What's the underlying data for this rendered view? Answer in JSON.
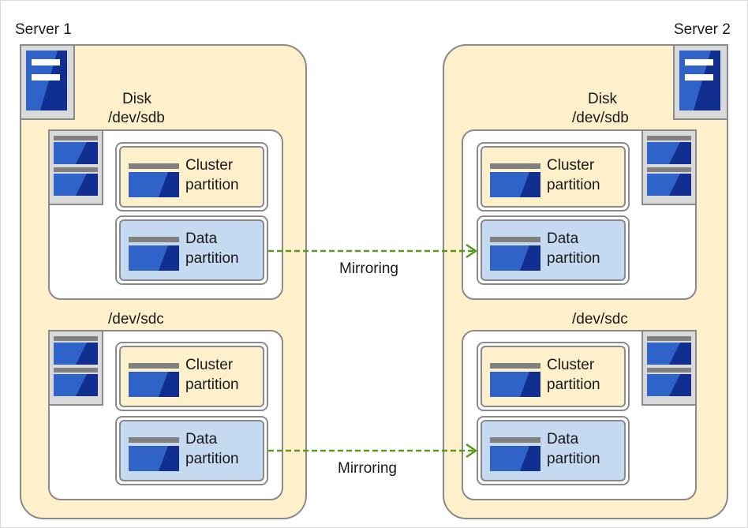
{
  "servers": [
    {
      "name": "Server 1",
      "icon": "server-icon",
      "disks": [
        {
          "caption": [
            "Disk",
            "/dev/sdb"
          ],
          "icon": "disk-icon",
          "partitions": [
            {
              "kind": "cluster",
              "lines": [
                "Cluster",
                "partition"
              ]
            },
            {
              "kind": "data",
              "lines": [
                "Data",
                "partition"
              ]
            }
          ]
        },
        {
          "caption": [
            "/dev/sdc"
          ],
          "icon": "disk-icon",
          "partitions": [
            {
              "kind": "cluster",
              "lines": [
                "Cluster",
                "partition"
              ]
            },
            {
              "kind": "data",
              "lines": [
                "Data",
                "partition"
              ]
            }
          ]
        }
      ]
    },
    {
      "name": "Server 2",
      "icon": "server-icon",
      "disks": [
        {
          "caption": [
            "Disk",
            "/dev/sdb"
          ],
          "icon": "disk-icon",
          "partitions": [
            {
              "kind": "cluster",
              "lines": [
                "Cluster",
                "partition"
              ]
            },
            {
              "kind": "data",
              "lines": [
                "Data",
                "partition"
              ]
            }
          ]
        },
        {
          "caption": [
            "/dev/sdc"
          ],
          "icon": "disk-icon",
          "partitions": [
            {
              "kind": "cluster",
              "lines": [
                "Cluster",
                "partition"
              ]
            },
            {
              "kind": "data",
              "lines": [
                "Data",
                "partition"
              ]
            }
          ]
        }
      ]
    }
  ],
  "mirroring": [
    {
      "label": "Mirroring",
      "from": "Server 1 /dev/sdb Data partition",
      "to": "Server 2 /dev/sdb Data partition"
    },
    {
      "label": "Mirroring",
      "from": "Server 1 /dev/sdc Data partition",
      "to": "Server 2 /dev/sdc Data partition"
    }
  ],
  "colors": {
    "server_fill": "#fff0cc",
    "data_partition_fill": "#c5d9f1",
    "cluster_partition_fill": "#fff0cc",
    "icon_blue_light": "#2f63c8",
    "icon_blue_dark": "#102f90",
    "arrow": "#5a9a1a",
    "border": "#8a8a8a"
  }
}
